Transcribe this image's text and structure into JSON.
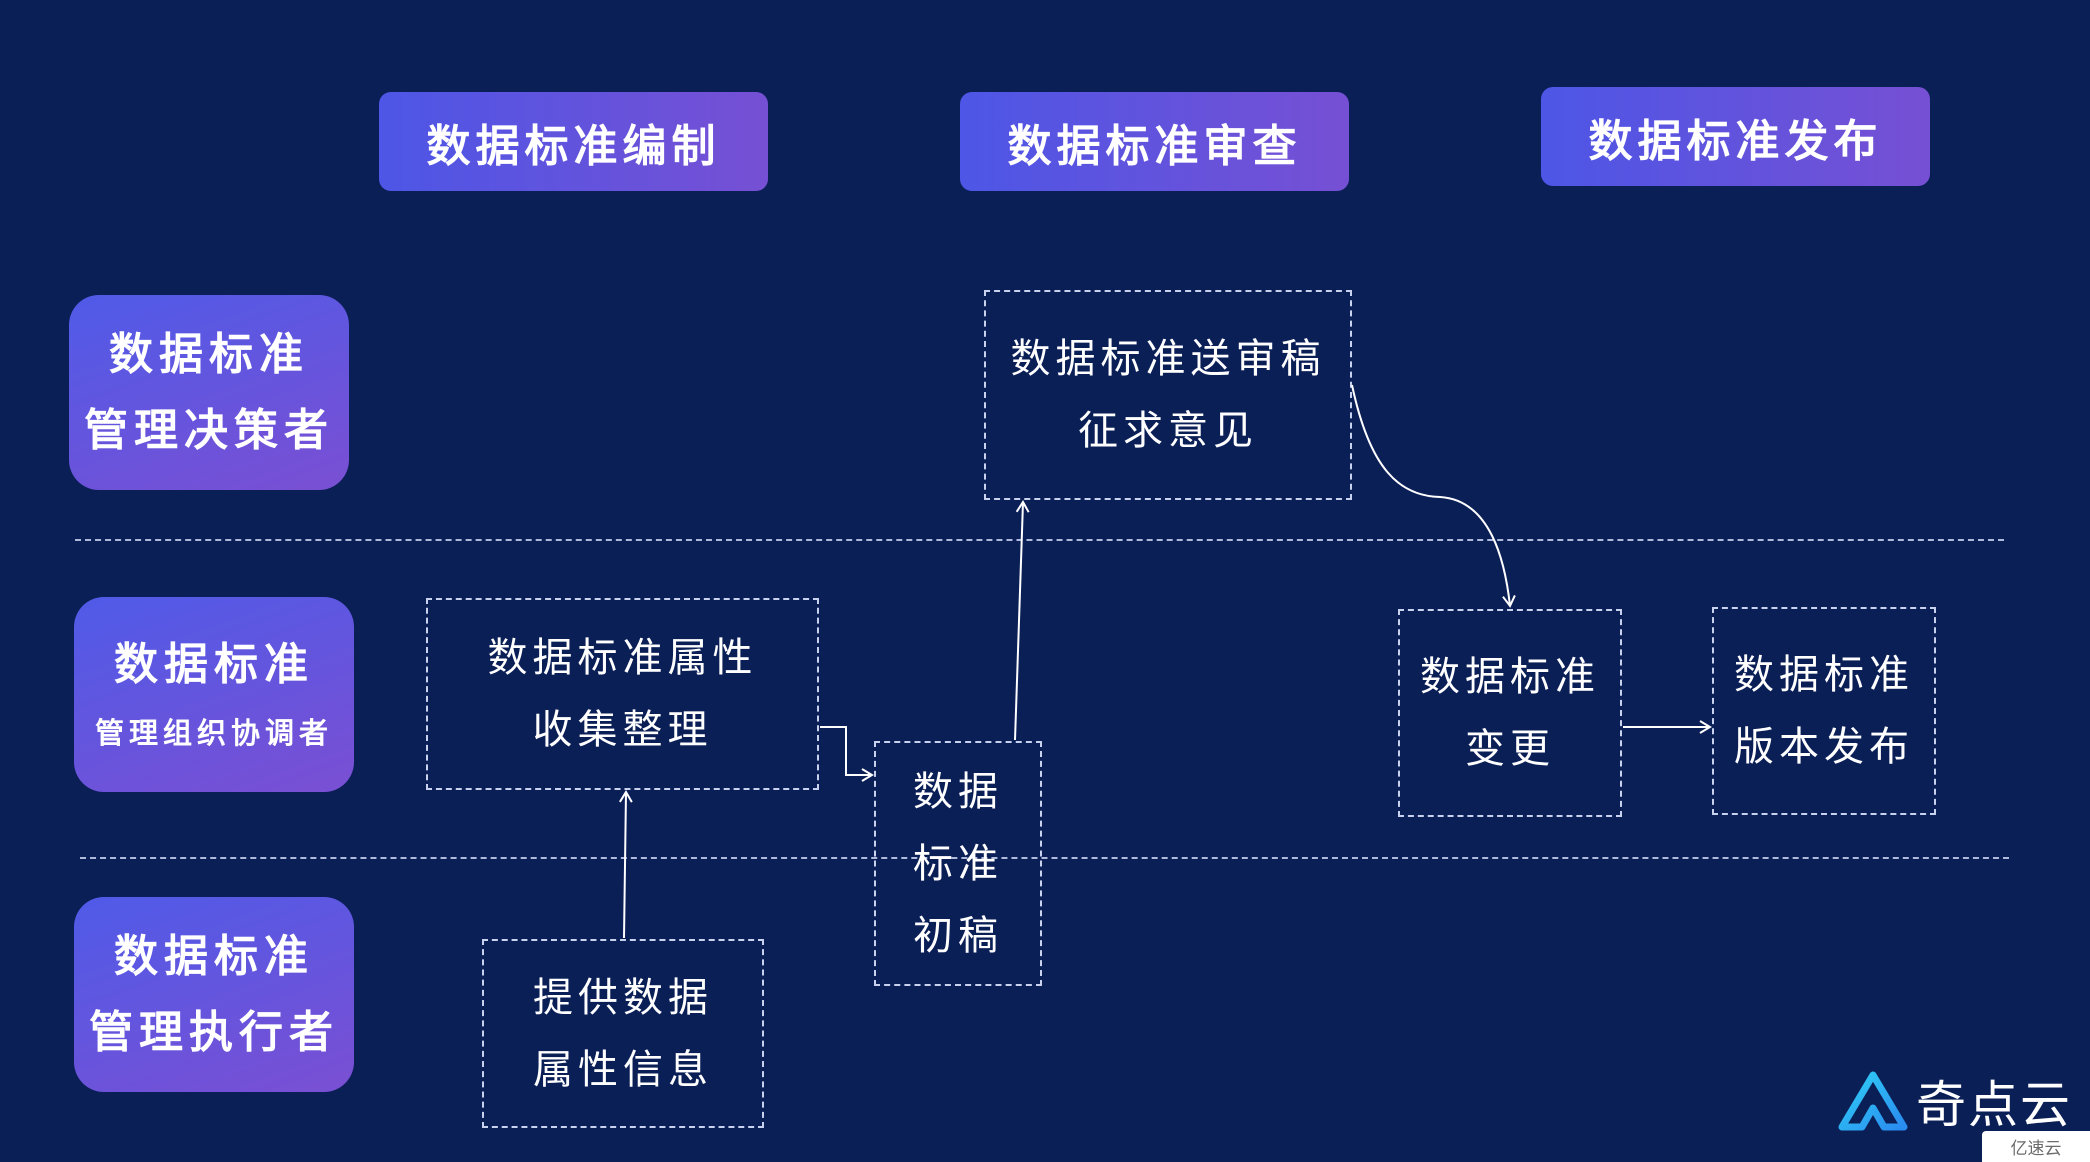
{
  "phases": {
    "compile": "数据标准编制",
    "review": "数据标准审查",
    "publish": "数据标准发布"
  },
  "roles": {
    "decision_maker": {
      "line1": "数据标准",
      "line2": "管理决策者"
    },
    "coordinator": {
      "line1": "数据标准",
      "line2": "管理组织协调者"
    },
    "executor": {
      "line1": "数据标准",
      "line2": "管理执行者"
    }
  },
  "steps": {
    "review_draft": {
      "line1": "数据标准送审稿",
      "line2": "征求意见"
    },
    "collect": {
      "line1": "数据标准属性",
      "line2": "收集整理"
    },
    "initial_draft": {
      "line1": "数据",
      "line2": "标准",
      "line3": "初稿"
    },
    "change": {
      "line1": "数据标准",
      "line2": "变更"
    },
    "version_publish": {
      "line1": "数据标准",
      "line2": "版本发布"
    },
    "provide": {
      "line1": "提供数据",
      "line2": "属性信息"
    }
  },
  "logo": {
    "text": "奇点云",
    "icon": "triangle-logo-icon"
  },
  "watermark": {
    "text": "亿速云"
  },
  "colors": {
    "background": "#0b1f57",
    "accent_start": "#4d56e6",
    "accent_end": "#7650d4"
  }
}
